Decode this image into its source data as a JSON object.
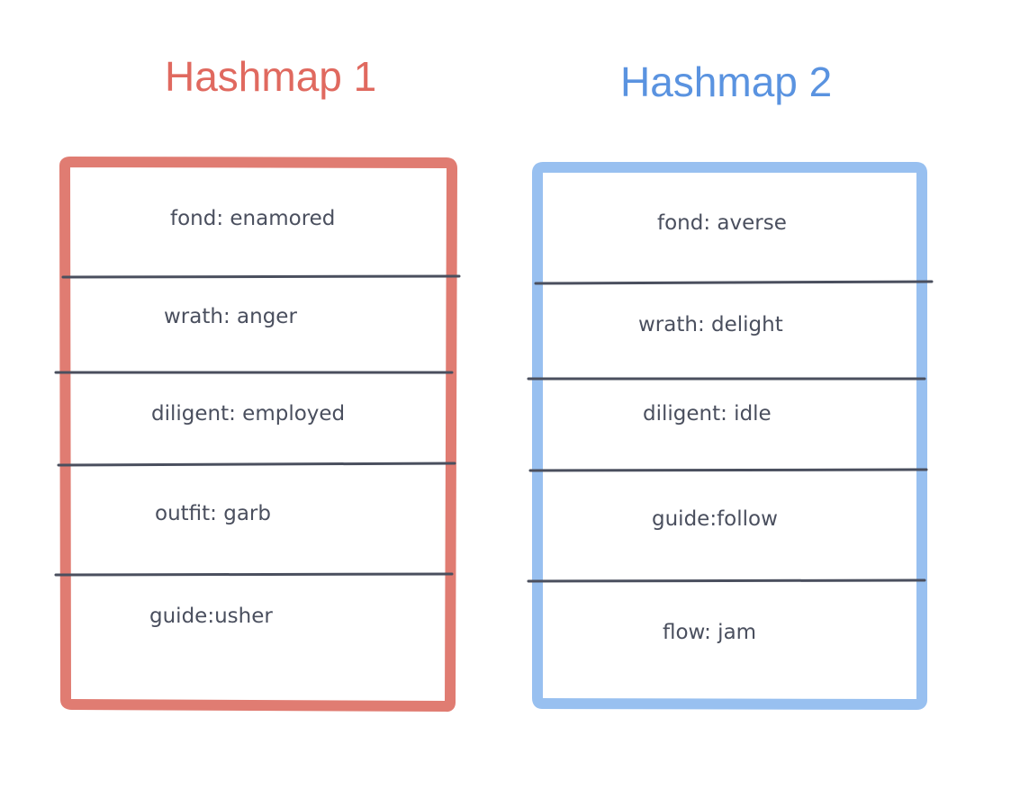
{
  "colors": {
    "hashmap1": "#e0695f",
    "hashmap1_border": "#e07c72",
    "hashmap2": "#5a93e0",
    "hashmap2_border": "#98c0f0",
    "divider": "#4a4f5e",
    "text": "#4a4f5e"
  },
  "hashmaps": [
    {
      "title": "Hashmap 1",
      "entries": [
        "fond: enamored",
        "wrath: anger",
        "diligent: employed",
        "outfit: garb",
        "guide:usher"
      ]
    },
    {
      "title": "Hashmap 2",
      "entries": [
        "fond: averse",
        "wrath: delight",
        "diligent: idle",
        "guide:follow",
        "flow: jam"
      ]
    }
  ]
}
